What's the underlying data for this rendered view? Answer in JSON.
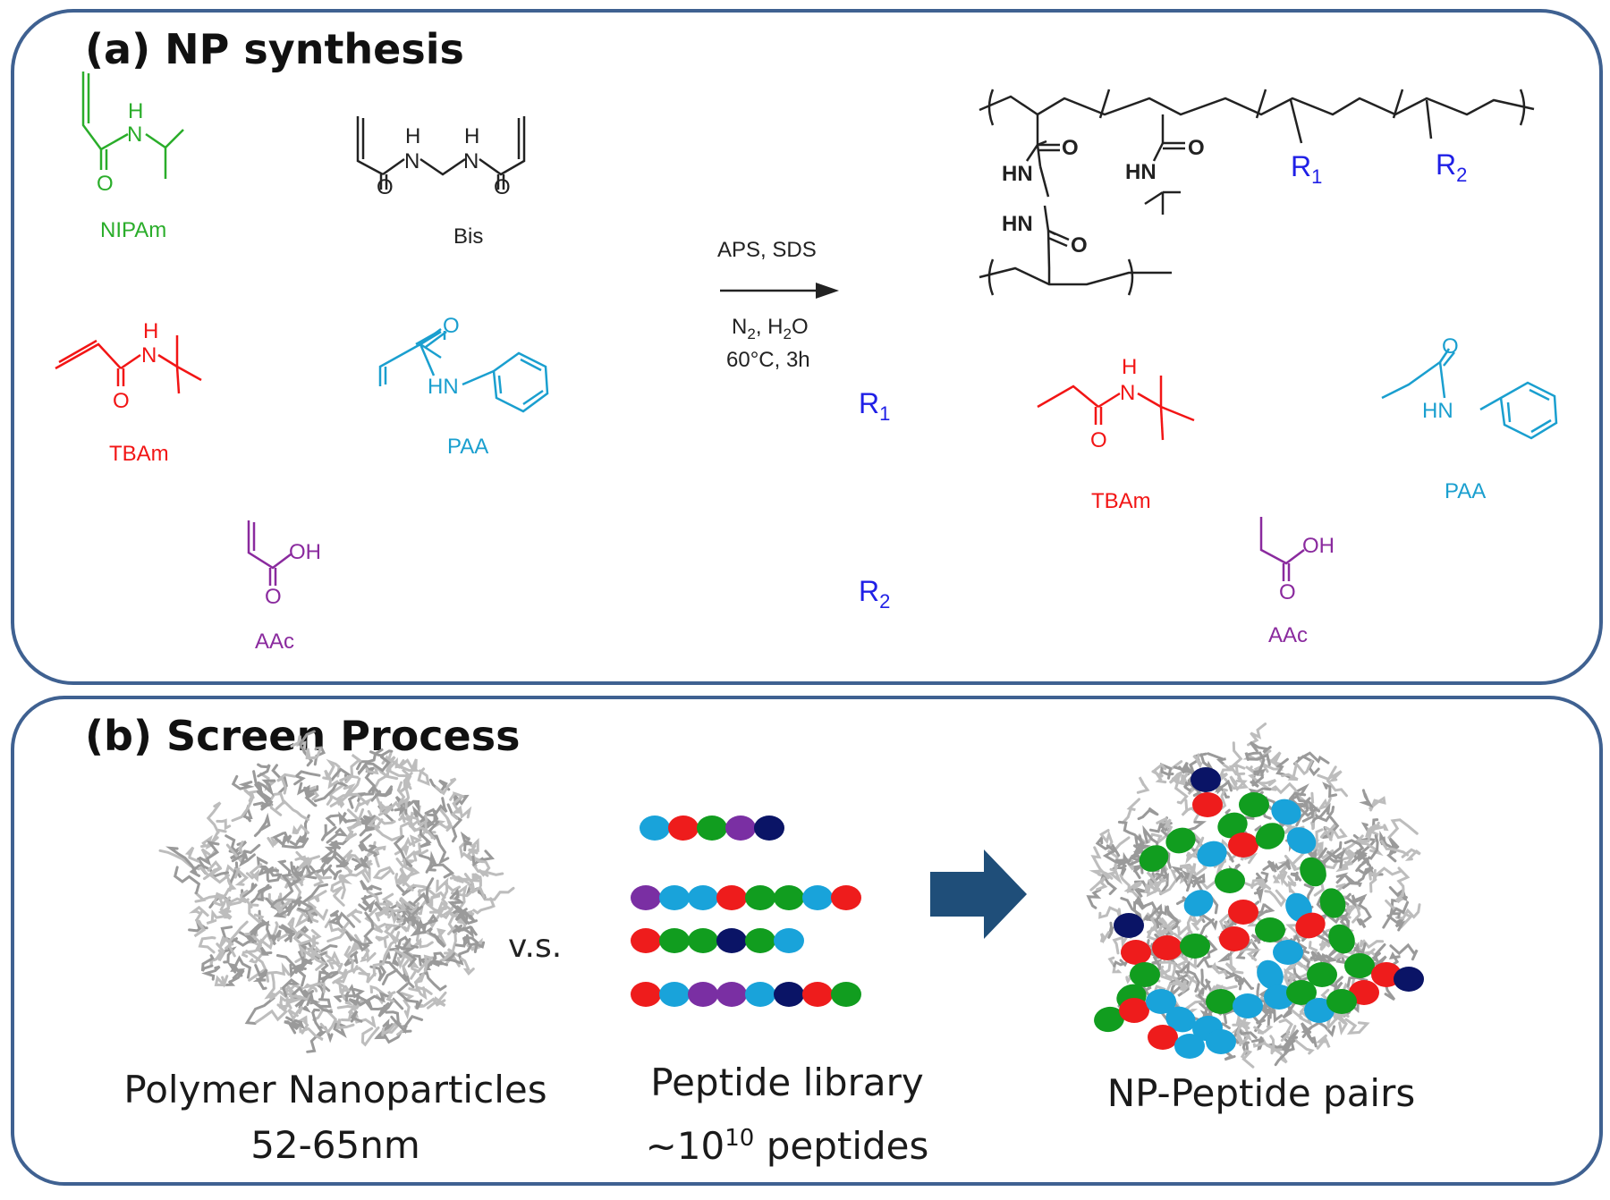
{
  "panel_a": {
    "title": "(a) NP synthesis",
    "monomers": {
      "nipam": "NIPAm",
      "bis": "Bis",
      "tbam": "TBAm",
      "paa": "PAA",
      "aac": "AAc"
    },
    "reaction": {
      "above_arrow": "APS, SDS",
      "below_arrow_line1": "N2, H2O",
      "below_arrow_line2": "60°C, 3h"
    },
    "atoms": {
      "o": "O",
      "h": "H",
      "n": "N",
      "hn": "HN",
      "oh": "OH"
    },
    "r_groups": {
      "r1": "R",
      "r1_sub": "1",
      "r2": "R",
      "r2_sub": "2"
    },
    "r1_options": [
      "TBAm",
      "PAA"
    ],
    "r2_options": [
      "AAc"
    ]
  },
  "panel_b": {
    "title": "(b) Screen Process",
    "versus": "v.s.",
    "np_caption_line1": "Polymer Nanoparticles",
    "np_caption_line2": "52-65nm",
    "library_caption_line1": "Peptide library",
    "library_caption_line2_prefix": "~10",
    "library_caption_line2_exp": "10",
    "library_caption_line2_suffix": " peptides",
    "pairs_caption": "NP-Peptide pairs"
  },
  "colors": {
    "frame": "#3f6191",
    "green": "#2aad2a",
    "red": "#f21515",
    "cyan": "#1a9fcf",
    "purple": "#8a2a9e",
    "blue_r": "#1f1fe6",
    "bead_green": "#119d1f",
    "bead_red": "#ee1c1c",
    "bead_cyan": "#19a3da",
    "bead_purple": "#7a2fa3",
    "bead_navy": "#0a1466",
    "arrow": "#1f4e79"
  }
}
